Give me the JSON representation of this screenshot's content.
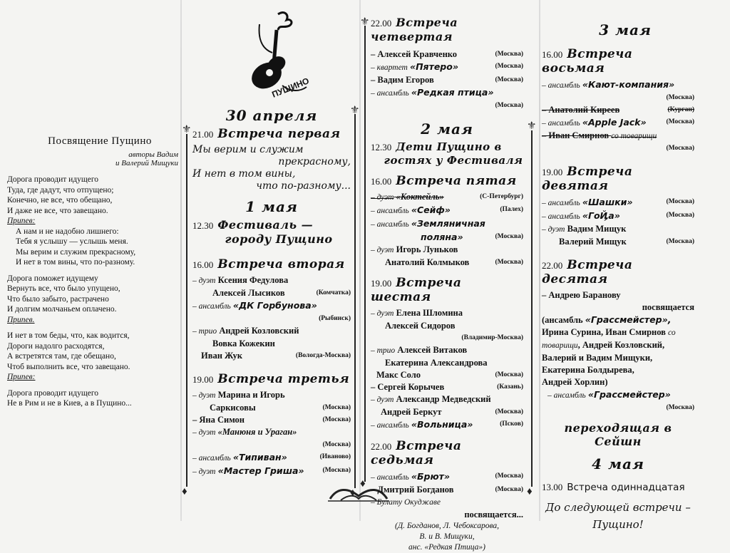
{
  "poem": {
    "title": "Посвящение Пущино",
    "authors": [
      "авторы Вадим",
      "и Валерий Мищуки"
    ],
    "stanza1": [
      "Дорога проводит идущего",
      "Туда, где дадут, что отпущено;",
      "Конечно, не все, что обещано,",
      "И даже не все, что завещано."
    ],
    "chorus_label": "Припев:",
    "chorus": [
      "А нам и не надобно лишнего:",
      "Тебя я услышу — услышь меня.",
      "Мы верим и служим прекрасному,",
      "И нет в том вины, что по-разному."
    ],
    "stanza2": [
      "Дорога поможет идущему",
      "Вернуть все, что было упущено,",
      "Что было забыто, растрачено",
      "И долгим молчаньем оплачено."
    ],
    "chorus_label2": "Припев.",
    "stanza3": [
      "И нет в том беды, что, как водится,",
      "Дороги надолго расходятся,",
      "А встретятся там, где обещано,",
      "Чтоб выполнить все, что завещано."
    ],
    "chorus_label3": "Припев:",
    "stanza4": [
      "Дорога проводит идущего",
      "Не в Рим и не в Киев, а в Пущино..."
    ]
  },
  "logo": {
    "text": "ПУЩИНО"
  },
  "col2": {
    "apr30": "30 апреля",
    "m1_time": "21.00",
    "m1_title": "Встреча первая",
    "m1_lines": [
      "Мы верим и служим",
      "прекрасному,",
      "И нет в том вины,",
      "что по-разному..."
    ],
    "may1": "1 мая",
    "fest_time": "12.30",
    "fest_l1": "Фестиваль —",
    "fest_l2": "городу Пущино",
    "m2_time": "16.00",
    "m2_title": "Встреча вторая",
    "m2_r1_role": "– дуэт",
    "m2_r1_name": "Ксения Федулова",
    "m2_r2_name": "Алексей Лысиков",
    "m2_r2_city": "(Комчатка)",
    "m2_r3_role": "– ансамбль",
    "m2_r3_name": "«ДК Горбунова»",
    "m2_r3_city": "(Рыбинск)",
    "m2_r4_role": "– трио",
    "m2_r4_name": "Андрей Козловский",
    "m2_r5_name": "Вовка Кожекин",
    "m2_r6_name": "Иван Жук",
    "m2_r6_city": "(Вологда-Москва)",
    "m3_time": "19.00",
    "m3_title": "Встреча третья",
    "m3_r1_role": "– дуэт",
    "m3_r1_name": "Марина и Игорь",
    "m3_r2_name": "Саркисовы",
    "m3_r2_city": "(Москва)",
    "m3_r3_name": "– Яна Симон",
    "m3_r3_city": "(Москва)",
    "m3_r4_role": "– дуэт",
    "m3_r4_name": "«Манюня и Ураган»",
    "m3_r4_city": "(Москва)",
    "m3_r5_role": "– ансамбль",
    "m3_r5_name": "«Типиван»",
    "m3_r5_city": "(Иваново)",
    "m3_r6_role": "– дуэт",
    "m3_r6_name": "«Мастер Гриша»",
    "m3_r6_city": "(Москва)"
  },
  "col3": {
    "m4_time": "22.00",
    "m4_title": "Встреча четвертая",
    "m4_r1_name": "– Алексей Кравченко",
    "m4_r1_city": "(Москва)",
    "m4_r2_role": "– квартет",
    "m4_r2_name": "«Пятеро»",
    "m4_r2_city": "(Москва)",
    "m4_r3_name": "– Вадим Егоров",
    "m4_r3_city": "(Москва)",
    "m4_r4_role": "– ансамбль",
    "m4_r4_name": "«Редкая птица»",
    "m4_r4_city": "(Москва)",
    "may2": "2 мая",
    "kids_time": "12.30",
    "kids_l1": "Дети Пущино в",
    "kids_l2": "гостях у Фестиваля",
    "m5_time": "16.00",
    "m5_title": "Встреча пятая",
    "m5_r1_role": "– дуэт",
    "m5_r1_name": "«Коктейль»",
    "m5_r1_city": "(С-Петербург)",
    "m5_r2_role": "– ансамбль",
    "m5_r2_name": "«Сейф»",
    "m5_r2_city": "(Палех)",
    "m5_r3_role": "– ансамбль",
    "m5_r3_name": "«Земляничная",
    "m5_r4_name": "поляна»",
    "m5_r4_city": "(Москва)",
    "m5_r5_role": "– дуэт",
    "m5_r5_name": "Игорь Луньков",
    "m5_r6_name": "Анатолий Колмыков",
    "m5_r6_city": "(Москва)",
    "m6_time": "19.00",
    "m6_title": "Встреча шестая",
    "m6_r1_role": "– дуэт",
    "m6_r1_name": "Елена Шломина",
    "m6_r2_name": "Алексей Сидоров",
    "m6_r2_city": "(Владимир-Москва)",
    "m6_r3_role": "– трио",
    "m6_r3_name": "Алексей Витаков",
    "m6_r4_name": "Екатерина Александрова",
    "m6_r5_name": "Макс Соло",
    "m6_r5_city": "(Москва)",
    "m6_r6_name": "– Сергей Корычев",
    "m6_r6_city": "(Казань)",
    "m6_r7_role": "– дуэт",
    "m6_r7_name": "Александр Медведский",
    "m6_r8_name": "Андрей Беркут",
    "m6_r8_city": "(Москва)",
    "m6_r9_role": "– ансамбль",
    "m6_r9_name": "«Вольница»",
    "m6_r9_city": "(Псков)",
    "m7_time": "22.00",
    "m7_title": "Встреча седьмая",
    "m7_r1_role": "– ансамбль",
    "m7_r1_name": "«Брют»",
    "m7_r1_city": "(Москва)",
    "m7_r2_name": "– Дмитрий Богданов",
    "m7_r2_city": "(Москва)",
    "m7_r3_role": "– Булату Окуджаве",
    "m7_r4": "посвящается...",
    "m7_credits": [
      "(Д. Богданов, Л. Чебоксарова,",
      "В. и В. Мищуки,",
      "анс. «Редкая Птица»)"
    ]
  },
  "col4": {
    "may3": "3 мая",
    "m8_time": "16.00",
    "m8_title": "Встреча восьмая",
    "m8_r1_role": "– ансамбль",
    "m8_r1_name": "«Кают-компания»",
    "m8_r1_city": "(Москва)",
    "m8_r2_name": "– Анатолий Киреев",
    "m8_r2_city": "(Курган)",
    "m8_r3_role": "– ансамбль",
    "m8_r3_name": "«Apple Jack»",
    "m8_r3_city": "(Москва)",
    "m8_r4_name": "– Иван Смирнов",
    "m8_r4_role": "со товарищи",
    "m8_r4_city": "(Москва)",
    "m9_time": "19.00",
    "m9_title": "Встреча девятая",
    "m9_r1_role": "– ансамбль",
    "m9_r1_name": "«Шашки»",
    "m9_r1_city": "(Москва)",
    "m9_r2_role": "– ансамбль",
    "m9_r2_name": "«ГоҊа»",
    "m9_r2_city": "(Москва)",
    "m9_r3_role": "– дуэт",
    "m9_r3_name": "Вадим Мищук",
    "m9_r4_name": "Валерий Мищук",
    "m9_r4_city": "(Москва)",
    "m10_time": "22.00",
    "m10_title": "Встреча десятая",
    "m10_l1": "– Андрею Баранову",
    "m10_l2": "посвящается",
    "m10_l3a": "(ансамбль",
    "m10_l3b": "«Грассмейстер»,",
    "m10_l4a": "Ирина Сурина, Иван Смирнов",
    "m10_l4b": "со",
    "m10_l5a": "товарищи",
    "m10_l5b": ", Андрей Козловский,",
    "m10_l6": "Валерий и Вадим Мищуки,",
    "m10_l7": "Екатерина Болдырева,",
    "m10_l8": "Андрей Хорлин)",
    "m10_l9_role": "– ансамбль",
    "m10_l9_name": "«Грассмейстер»",
    "m10_l9_city": "(Москва)",
    "transit": "переходящая в Сейшн",
    "may4": "4 мая",
    "m11_time": "13.00",
    "m11_title": "Встреча одиннадцатая",
    "farewell_l1": "До следующей встречи –",
    "farewell_l2": "Пущино!"
  }
}
